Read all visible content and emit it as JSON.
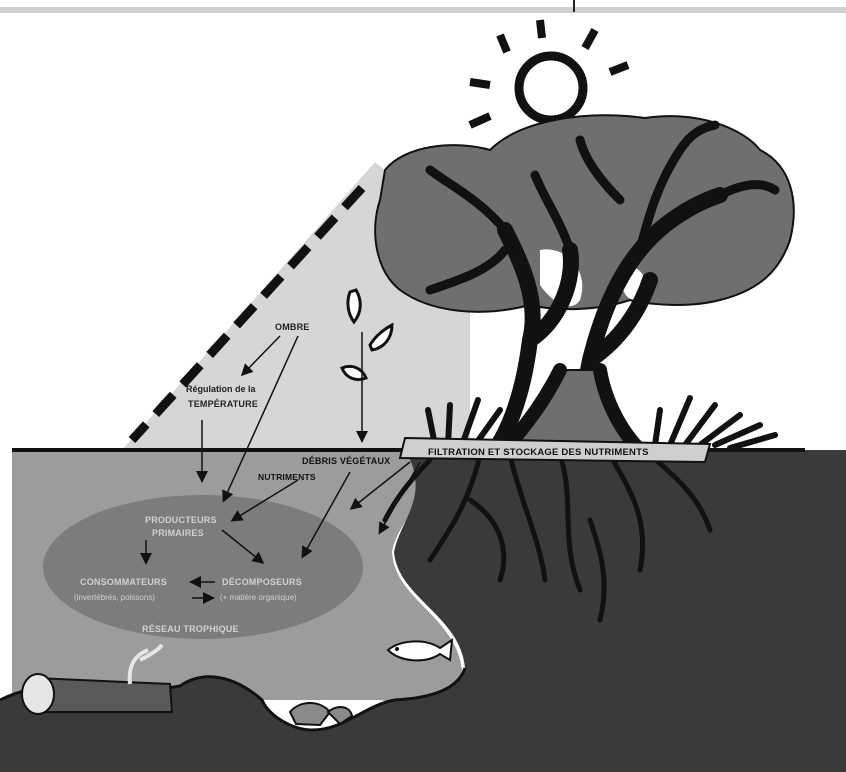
{
  "labels": {
    "ombre": "OMBRE",
    "regulation_line1": "Régulation de la",
    "regulation_line2": "TEMPÉRATURE",
    "nutriments": "NUTRIMENTS",
    "debris": "DÉBRIS VÉGÉTAUX",
    "filtration": "FILTRATION et STOCKAGE des nutriments",
    "producteurs_line1": "PRODUCTEURS",
    "producteurs_line2": "PRIMAIRES",
    "consommateurs_line1": "CONSOMMATEURS",
    "consommateurs_line2": "(invertébrés, poissons)",
    "decomposeurs_line1": "DÉCOMPOSEURS",
    "decomposeurs_line2": "(+ matière organique)",
    "reseau": "RÉSEAU TROPHIQUE"
  },
  "colors": {
    "background": "#ffffff",
    "light_wedge": "#d6d6d6",
    "water": "#9c9c9c",
    "ellipse": "#7c7c7c",
    "ellipse_text": "#d0d0d0",
    "ground": "#3a3a3a",
    "foliage": "#6f6f6f",
    "outline": "#111111"
  }
}
